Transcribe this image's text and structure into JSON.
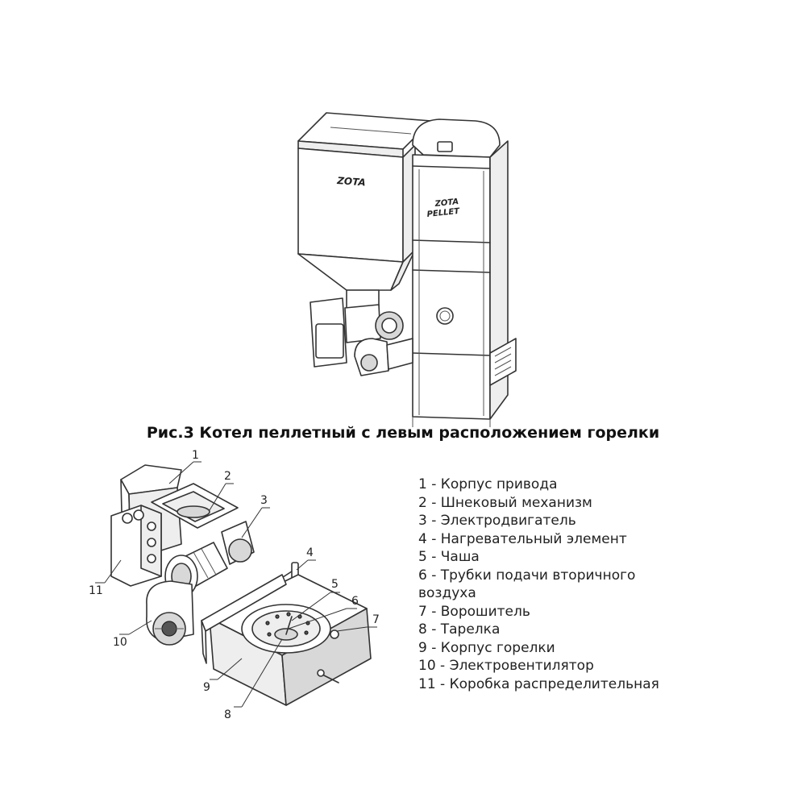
{
  "boiler": {
    "brand_hopper": "ZOTA",
    "brand_door_line1": "ZOTA",
    "brand_door_line2": "PELLET"
  },
  "figure_caption": "Рис.3 Котел пеллетный с левым расположением горелки",
  "callouts": [
    "1",
    "2",
    "3",
    "4",
    "5",
    "6",
    "7",
    "8",
    "9",
    "10",
    "11"
  ],
  "legend": [
    "1 - Корпус привода",
    "2 - Шнековый механизм",
    "3 - Электродвигатель",
    "4 - Нагревательный элемент",
    "5 - Чаша",
    "6 - Трубки подачи вторичного",
    "воздуха",
    "7 - Ворошитель",
    "8 - Тарелка",
    "9 - Корпус горелки",
    "10 - Электровентилятор",
    "11 - Коробка распределительная"
  ]
}
